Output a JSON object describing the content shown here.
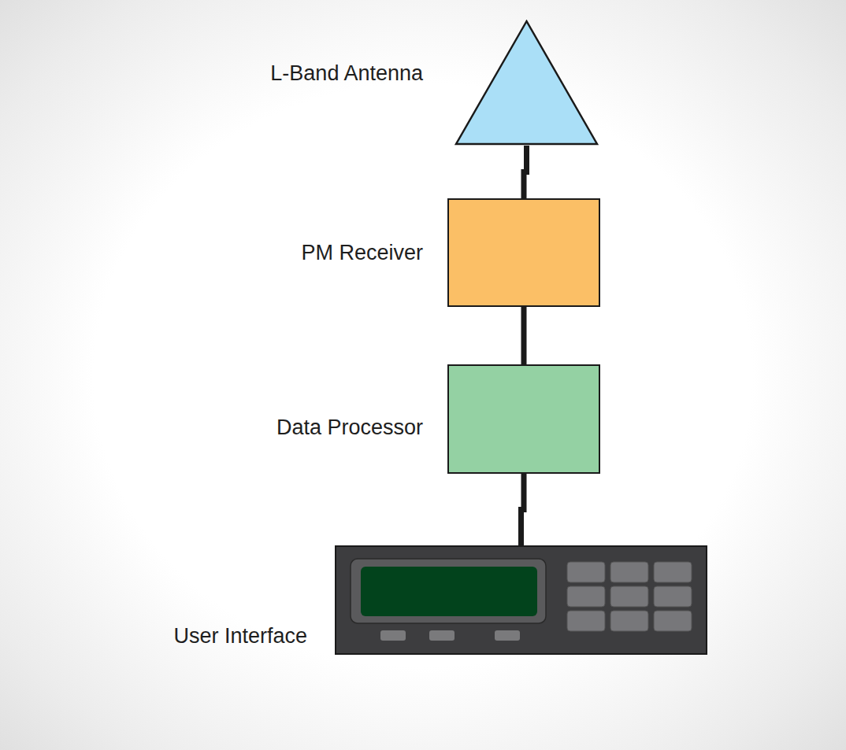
{
  "diagram": {
    "nodes": [
      {
        "text": [
          "L-Band Antenna"
        ]
      },
      {
        "text": [
          "PM Receiver"
        ]
      },
      {
        "text": [
          "Data Processor"
        ]
      },
      {
        "text": [
          "User Interface"
        ]
      }
    ],
    "edges": [
      {
        "from": 0,
        "to": 1,
        "arrow": "none"
      },
      {
        "from": 1,
        "to": 2,
        "arrow": "none"
      },
      {
        "from": 2,
        "to": 3,
        "arrow": "none"
      }
    ]
  }
}
